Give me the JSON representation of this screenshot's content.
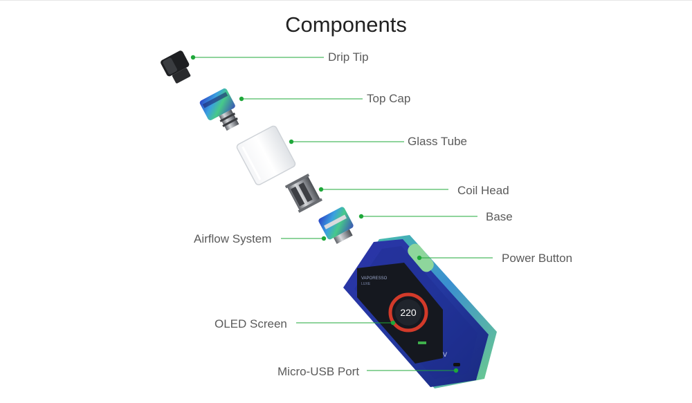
{
  "title": "Components",
  "accent_color": "#1fa83a",
  "labels": {
    "drip_tip": "Drip Tip",
    "top_cap": "Top Cap",
    "glass_tube": "Glass Tube",
    "coil_head": "Coil Head",
    "base": "Base",
    "airflow_system": "Airflow System",
    "power_button": "Power Button",
    "oled_screen": "OLED Screen",
    "micro_usb_port": "Micro-USB Port"
  },
  "device_screen": {
    "brand": "VAPORESSO",
    "model": "LUXE",
    "reading": "220"
  }
}
